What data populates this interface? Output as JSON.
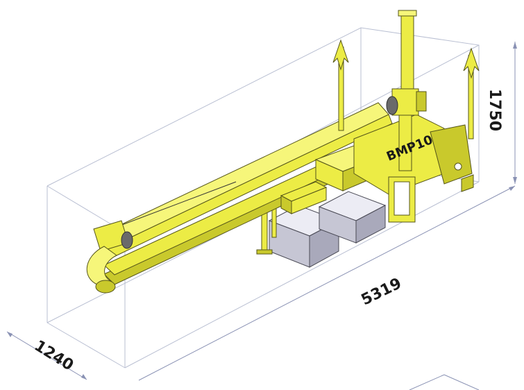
{
  "dimensions": {
    "length": "5319",
    "width": "1240",
    "height": "1750"
  },
  "machine_label": "BMP10",
  "colors": {
    "machine": "#ecec45",
    "machine_outline": "#55551a",
    "frame": "#b9bfd2",
    "dimension_line": "#8a92b4",
    "box": "#c6c6d4"
  }
}
